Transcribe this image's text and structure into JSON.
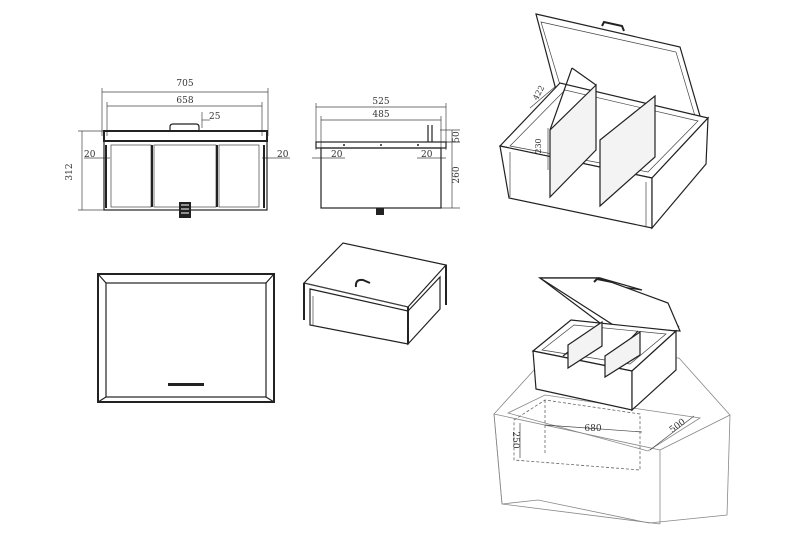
{
  "front_view": {
    "dims": {
      "overall_width": "705",
      "inner_width": "658",
      "handle_offset": "25",
      "height": "312",
      "left_flange": "20",
      "right_flange": "20"
    }
  },
  "side_view": {
    "dims": {
      "overall_depth": "525",
      "inner_depth": "485",
      "lid_height": "50",
      "body_height": "260",
      "left_flange": "20",
      "right_flange": "20"
    }
  },
  "open_iso_view": {
    "dims": {
      "divider_top": "422",
      "divider_height": "230"
    }
  },
  "cutout_view": {
    "dims": {
      "cutout_width": "680",
      "cutout_depth": "500",
      "cutout_height": "250"
    }
  },
  "colors": {
    "line": "#222222",
    "dimension_text": "#333333",
    "background": "#ffffff"
  }
}
